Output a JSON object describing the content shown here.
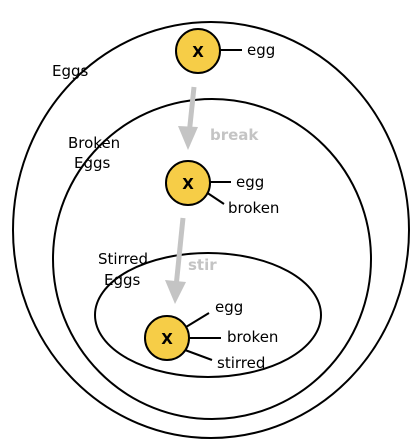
{
  "colors": {
    "token_fill": "#F6CD47",
    "stroke": "#000000",
    "arrow": "#C4C4C4",
    "action_text": "#C4C4C4"
  },
  "sets": {
    "eggs": {
      "label": "Eggs"
    },
    "broken": {
      "label_line1": "Broken",
      "label_line2": "Eggs"
    },
    "stirred": {
      "label_line1": "Stirred",
      "label_line2": "Eggs"
    }
  },
  "tokens": {
    "egg1": {
      "letter": "X",
      "props": [
        "egg"
      ]
    },
    "egg2": {
      "letter": "X",
      "props": [
        "egg",
        "broken"
      ]
    },
    "egg3": {
      "letter": "X",
      "props": [
        "egg",
        "broken",
        "stirred"
      ]
    }
  },
  "actions": {
    "break": {
      "label": "break"
    },
    "stir": {
      "label": "stir"
    }
  }
}
